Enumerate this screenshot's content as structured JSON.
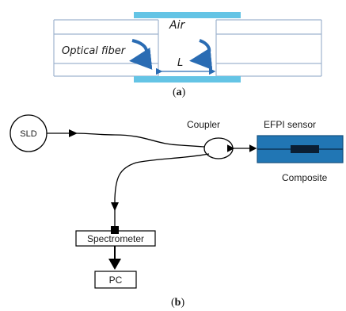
{
  "panel_a": {
    "label_open": "(",
    "label_letter": "a",
    "label_close": ")",
    "air_label": "Air",
    "fiber_label": "Optical fiber",
    "cavity_length_label": "L"
  },
  "panel_b": {
    "label_open": "(",
    "label_letter": "b",
    "label_close": ")",
    "source_label": "SLD",
    "coupler_label": "Coupler",
    "sensor_label": "EFPI sensor",
    "composite_label": "Composite",
    "spectrometer_label": "Spectrometer",
    "pc_label": "PC"
  },
  "colors": {
    "capillary": "#64c4e5",
    "fiber_line": "#9fb4cf",
    "reflection_arrow": "#2a6cb3",
    "composite_fill": "#2176b4",
    "composite_border": "#14507f",
    "line": "#000000"
  },
  "icons": {
    "reflection_arrows": "curved-arrow-icon",
    "sensor_element": "sensor-element-icon"
  }
}
